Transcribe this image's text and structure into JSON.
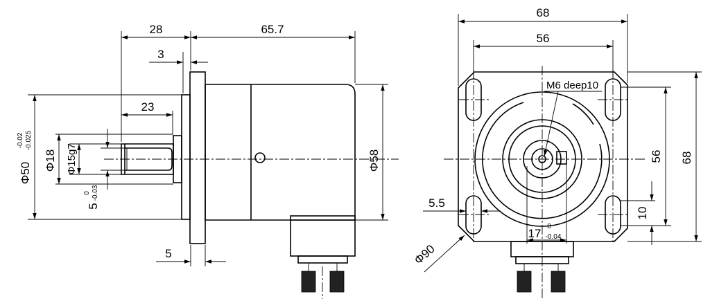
{
  "side_view": {
    "dims": {
      "len_28": "28",
      "len_65_7": "65.7",
      "len_3": "3",
      "len_23": "23",
      "len_5": "5",
      "dia_58": "Φ58",
      "dia_50": "Φ50",
      "dia_50_tol_upper": "-0.02",
      "dia_50_tol_lower": "-0.025",
      "dia_18": "Φ18",
      "dia_15g7": "Φ15g7",
      "key_5": "5",
      "key_5_tol_upper": "0",
      "key_5_tol_lower": "-0.03"
    }
  },
  "front_view": {
    "dims": {
      "width_68": "68",
      "width_56": "56",
      "height_56": "56",
      "height_68": "68",
      "slot_10": "10",
      "slot_5_5": "5.5",
      "dia_90": "Φ90",
      "key_17": "17",
      "key_17_tol_upper": "0",
      "key_17_tol_lower": "-0.04",
      "thread_note": "M6 deep10"
    }
  }
}
